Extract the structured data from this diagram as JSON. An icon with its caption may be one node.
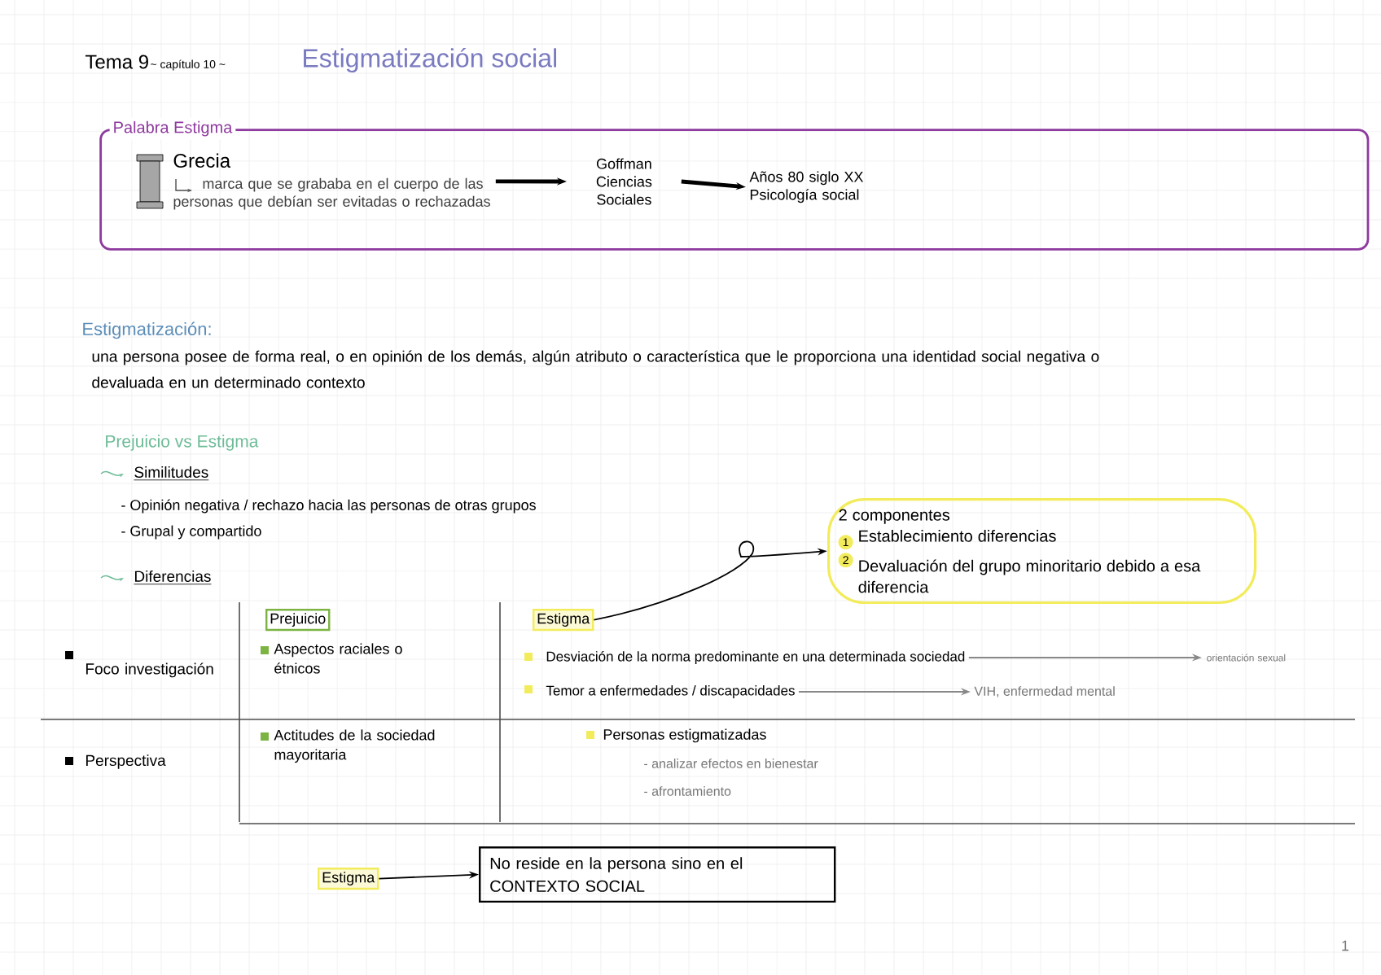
{
  "diagram": {
    "title": "Estigmatización social",
    "nodes": [
      {
        "text": [
          "Palabra Estigma"
        ]
      },
      {
        "text": [
          "Grecia",
          "marca que se grababa en el cuerpo de las personas que debían ser evitadas o rechazadas"
        ],
        "in": 0
      },
      {
        "text": [
          "Goffman Ciencias Sociales"
        ],
        "in": 0
      },
      {
        "text": [
          "Años 80 siglo XX",
          "Psicología social"
        ],
        "in": 0
      },
      {
        "text": [
          "2 componentes",
          "1",
          "Establecimiento diferencias",
          "2",
          "Devaluación del grupo minoritario debido a esa diferencia"
        ]
      },
      {
        "text": [
          "Prejuicio"
        ]
      },
      {
        "text": [
          "Estigma"
        ]
      },
      {
        "text": [
          "Desviación de la norma predominante en una determinada sociedad"
        ]
      },
      {
        "text": [
          "orientación sexual"
        ]
      },
      {
        "text": [
          "Temor a enfermedades / discapacidades"
        ]
      },
      {
        "text": [
          "VIH, enfermedad mental"
        ]
      },
      {
        "text": [
          "Estigma"
        ]
      },
      {
        "text": [
          "No reside en la persona sino en el CONTEXTO SOCIAL"
        ]
      }
    ],
    "edges": [
      {
        "from": 1,
        "to": 2,
        "arrow": "to",
        "style": "thick"
      },
      {
        "from": 2,
        "to": 3,
        "arrow": "to",
        "style": "thick"
      },
      {
        "from": 6,
        "to": 4,
        "arrow": "to"
      },
      {
        "from": 7,
        "to": 8,
        "arrow": "to",
        "color": "#888888"
      },
      {
        "from": 9,
        "to": 10,
        "arrow": "to",
        "color": "#888888"
      },
      {
        "from": 11,
        "to": 12,
        "arrow": "to"
      }
    ],
    "labels": [
      "Tema 9",
      "~ capítulo 10 ~",
      "Estigmatización:",
      "una persona posee de forma real, o en opinión de los demás, algún atributo o característica que le proporciona una identidad social negativa o devaluada en un determinado contexto",
      "Prejuicio vs Estigma",
      "Similitudes",
      "- Opinión negativa / rechazo hacia las personas de otras grupos",
      "- Grupal y compartido",
      "Diferencias",
      "Foco investigación",
      "Aspectos raciales o étnicos",
      "Perspectiva",
      "Actitudes de la sociedad mayoritaria",
      "Personas estigmatizadas",
      "- analizar efectos en bienestar",
      "- afrontamiento",
      "1"
    ]
  }
}
